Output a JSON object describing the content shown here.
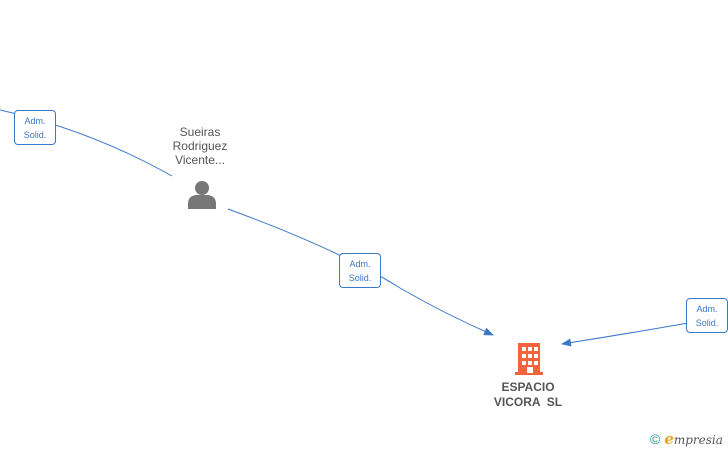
{
  "colors": {
    "edge": "#3a78c8",
    "person_icon": "#777777",
    "company_icon": "#f4643c",
    "text": "#555555"
  },
  "person": {
    "name_lines": [
      "Sueiras",
      "Rodriguez",
      "Vicente..."
    ],
    "icon": "person-icon"
  },
  "company": {
    "name_lines": [
      "ESPACIO",
      "VICORA  SL"
    ],
    "icon": "building-icon"
  },
  "edges": [
    {
      "label_lines": [
        "Adm.",
        "Solid."
      ]
    },
    {
      "label_lines": [
        "Adm.",
        "Solid."
      ]
    },
    {
      "label_lines": [
        "Adm.",
        "Solid."
      ]
    }
  ],
  "footer": {
    "copyright_symbol": "©",
    "brand_initial": "e",
    "brand_rest": "mpresia"
  }
}
